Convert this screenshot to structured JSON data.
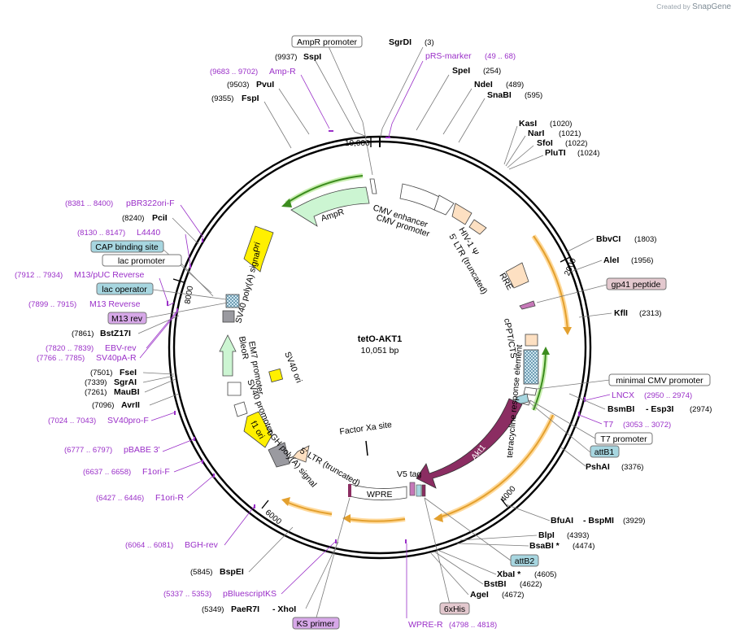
{
  "credit": {
    "prefix": "Created by",
    "brand": "SnapGene"
  },
  "plasmid": {
    "name": "tetO-AKT1",
    "length": "10,051 bp"
  },
  "ticks": [
    "2000",
    "4000",
    "6000",
    "8000",
    "10,000"
  ],
  "enzymes": [
    {
      "name": "SgrDI",
      "pos": "(3)"
    },
    {
      "name": "SspI",
      "pos": "(9937)"
    },
    {
      "name": "SpeI",
      "pos": "(254)"
    },
    {
      "name": "NdeI",
      "pos": "(489)"
    },
    {
      "name": "SnaBI",
      "pos": "(595)"
    },
    {
      "name": "PvuI",
      "pos": "(9503)"
    },
    {
      "name": "FspI",
      "pos": "(9355)"
    },
    {
      "name": "KasI",
      "pos": "(1020)"
    },
    {
      "name": "NarI",
      "pos": "(1021)"
    },
    {
      "name": "SfoI",
      "pos": "(1022)"
    },
    {
      "name": "PluTI",
      "pos": "(1024)"
    },
    {
      "name": "PciI",
      "pos": "(8240)"
    },
    {
      "name": "BbvCI",
      "pos": "(1803)"
    },
    {
      "name": "AleI",
      "pos": "(1956)"
    },
    {
      "name": "KflI",
      "pos": "(2313)"
    },
    {
      "name": "BstZ17I",
      "pos": "(7861)"
    },
    {
      "name": "FseI",
      "pos": "(7501)"
    },
    {
      "name": "SgrAI",
      "pos": "(7339)"
    },
    {
      "name": "MauBI",
      "pos": "(7261)"
    },
    {
      "name": "AvrII",
      "pos": "(7096)"
    },
    {
      "name": "BsmBI",
      "pos": ""
    },
    {
      "name": "- Esp3I",
      "pos": "(2974)"
    },
    {
      "name": "PshAI",
      "pos": "(3376)"
    },
    {
      "name": "BfuAI",
      "pos": ""
    },
    {
      "name": "- BspMI",
      "pos": "(3929)"
    },
    {
      "name": "BlpI",
      "pos": "(4393)"
    },
    {
      "name": "BsaBI *",
      "pos": "(4474)"
    },
    {
      "name": "XbaI *",
      "pos": "(4605)"
    },
    {
      "name": "BstBI",
      "pos": "(4622)"
    },
    {
      "name": "AgeI",
      "pos": "(4672)"
    },
    {
      "name": "BspEI",
      "pos": "(5845)"
    },
    {
      "name": "PaeR7I",
      "pos": "(5349)"
    },
    {
      "name": "- XhoI",
      "pos": ""
    }
  ],
  "primers": [
    {
      "name": "pRS-marker",
      "pos": "(49 .. 68)"
    },
    {
      "name": "Amp-R",
      "pos": "(9683 .. 9702)"
    },
    {
      "name": "pBR322ori-F",
      "pos": "(8381 .. 8400)"
    },
    {
      "name": "L4440",
      "pos": "(8130 .. 8147)"
    },
    {
      "name": "M13/pUC Reverse",
      "pos": "(7912 .. 7934)"
    },
    {
      "name": "M13 Reverse",
      "pos": "(7899 .. 7915)"
    },
    {
      "name": "EBV-rev",
      "pos": "(7820 .. 7839)"
    },
    {
      "name": "SV40pA-R",
      "pos": "(7766 .. 7785)"
    },
    {
      "name": "SV40pro-F",
      "pos": "(7024 .. 7043)"
    },
    {
      "name": "pBABE 3'",
      "pos": "(6777 .. 6797)"
    },
    {
      "name": "F1ori-F",
      "pos": "(6637 .. 6658)"
    },
    {
      "name": "F1ori-R",
      "pos": "(6427 .. 6446)"
    },
    {
      "name": "BGH-rev",
      "pos": "(6064 .. 6081)"
    },
    {
      "name": "pBluescriptKS",
      "pos": "(5337 .. 5353)"
    },
    {
      "name": "WPRE-R",
      "pos": "(4798 .. 4818)"
    },
    {
      "name": "LNCX",
      "pos": "(2950 .. 2974)"
    },
    {
      "name": "T7",
      "pos": "(3053 .. 3072)"
    }
  ],
  "boxed_labels": {
    "ampr_promoter": "AmpR promoter",
    "cap_binding_site": "CAP binding site",
    "lac_promoter": "lac promoter",
    "lac_operator": "lac operator",
    "m13_rev": "M13 rev",
    "gp41_peptide": "gp41 peptide",
    "minimal_cmv_promoter": "minimal CMV promoter",
    "t7_promoter": "T7 promoter",
    "attb1": "attB1",
    "attb2": "attB2",
    "six_his": "6xHis",
    "ks_primer": "KS primer"
  },
  "features": {
    "cmv_enhancer": "CMV enhancer",
    "cmv_promoter": "CMV promoter",
    "hiv_psi": "HIV-1 Ψ",
    "ltr5": "5' LTR (truncated)",
    "rre": "RRE",
    "cppt": "cPPT/CTS",
    "tre": "tetracycline response element",
    "akt1": "Akt1",
    "v5_tag": "V5 tag",
    "wpre": "WPRE",
    "ltr5b": "5' LTR (truncated)",
    "bgh": "bGH poly(A) signal",
    "factor_xa": "Factor Xa site",
    "f1_ori": "f1 ori",
    "sv40_promoter": "SV40 promoter",
    "em7_promoter": "EM7 promoter",
    "bleor": "BleoR",
    "sv40_ori": "SV40 ori",
    "sv40_polya": "SV40 poly(A) signal",
    "ori": "ori",
    "ampr": "AmpR"
  }
}
